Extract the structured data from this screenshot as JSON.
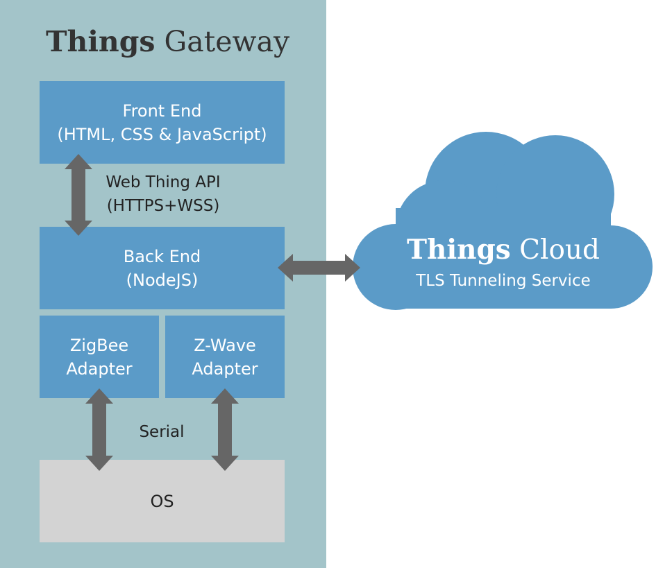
{
  "gateway": {
    "title_bold": "Things",
    "title_light": "Gateway",
    "background_color": "#a3c4c9"
  },
  "front_end": {
    "line1": "Front End",
    "line2": "(HTML, CSS & JavaScript)"
  },
  "api": {
    "line1": "Web Thing API",
    "line2": "(HTTPS+WSS)"
  },
  "back_end": {
    "line1": "Back End",
    "line2": "(NodeJS)"
  },
  "zigbee": {
    "line1": "ZigBee",
    "line2": "Adapter"
  },
  "zwave": {
    "line1": "Z-Wave",
    "line2": "Adapter"
  },
  "serial": {
    "label": "Serial"
  },
  "os": {
    "label": "OS"
  },
  "cloud": {
    "title_bold": "Things",
    "title_light": "Cloud",
    "subtitle": "TLS Tunneling Service",
    "color": "#5b9bc8"
  },
  "colors": {
    "box_blue": "#5b9bc8",
    "box_grey": "#d3d3d3",
    "arrow": "#666666"
  }
}
